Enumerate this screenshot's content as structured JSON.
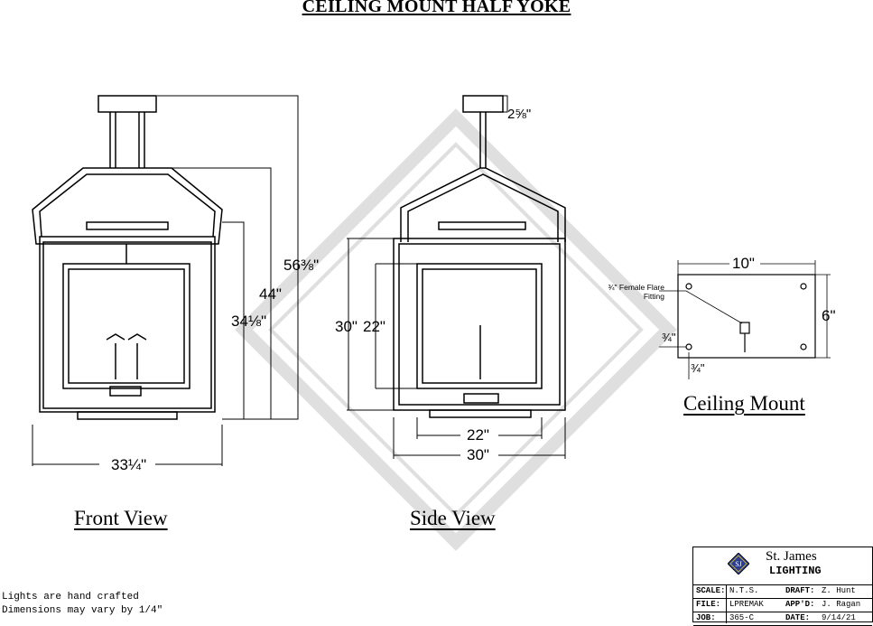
{
  "title": "CEILING MOUNT HALF YOKE",
  "views": {
    "front": "Front View",
    "side": "Side View",
    "mount": "Ceiling Mount"
  },
  "dimensions": {
    "front_height_overall": "56⅜\"",
    "front_height_body": "44\"",
    "front_height_box": "34⅛\"",
    "front_width": "33¼\"",
    "side_canopy": "2⅝\"",
    "side_height_outer": "30\"",
    "side_height_inner": "22\"",
    "side_width_inner": "22\"",
    "side_width_outer": "30\"",
    "mount_width": "10\"",
    "mount_height": "6\"",
    "mount_offset_x": "¾\"",
    "mount_offset_y": "¾\""
  },
  "mount_callout": "¾\" Female Flare Fitting",
  "notes": [
    "Lights are hand crafted",
    "Dimensions may vary by 1/4\""
  ],
  "title_block": {
    "company_line1": "St. James",
    "company_line2": "LIGHTING",
    "logo_text": "SJ",
    "scale_label": "SCALE:",
    "scale_value": "N.T.S.",
    "draft_label": "DRAFT:",
    "draft_value": "Z. Hunt",
    "file_label": "FILE:",
    "file_value": "LPREMAK",
    "appd_label": "APP'D:",
    "appd_value": "J. Ragan",
    "job_label": "JOB:",
    "job_value": "365-C",
    "date_label": "DATE:",
    "date_value": "9/14/21"
  }
}
